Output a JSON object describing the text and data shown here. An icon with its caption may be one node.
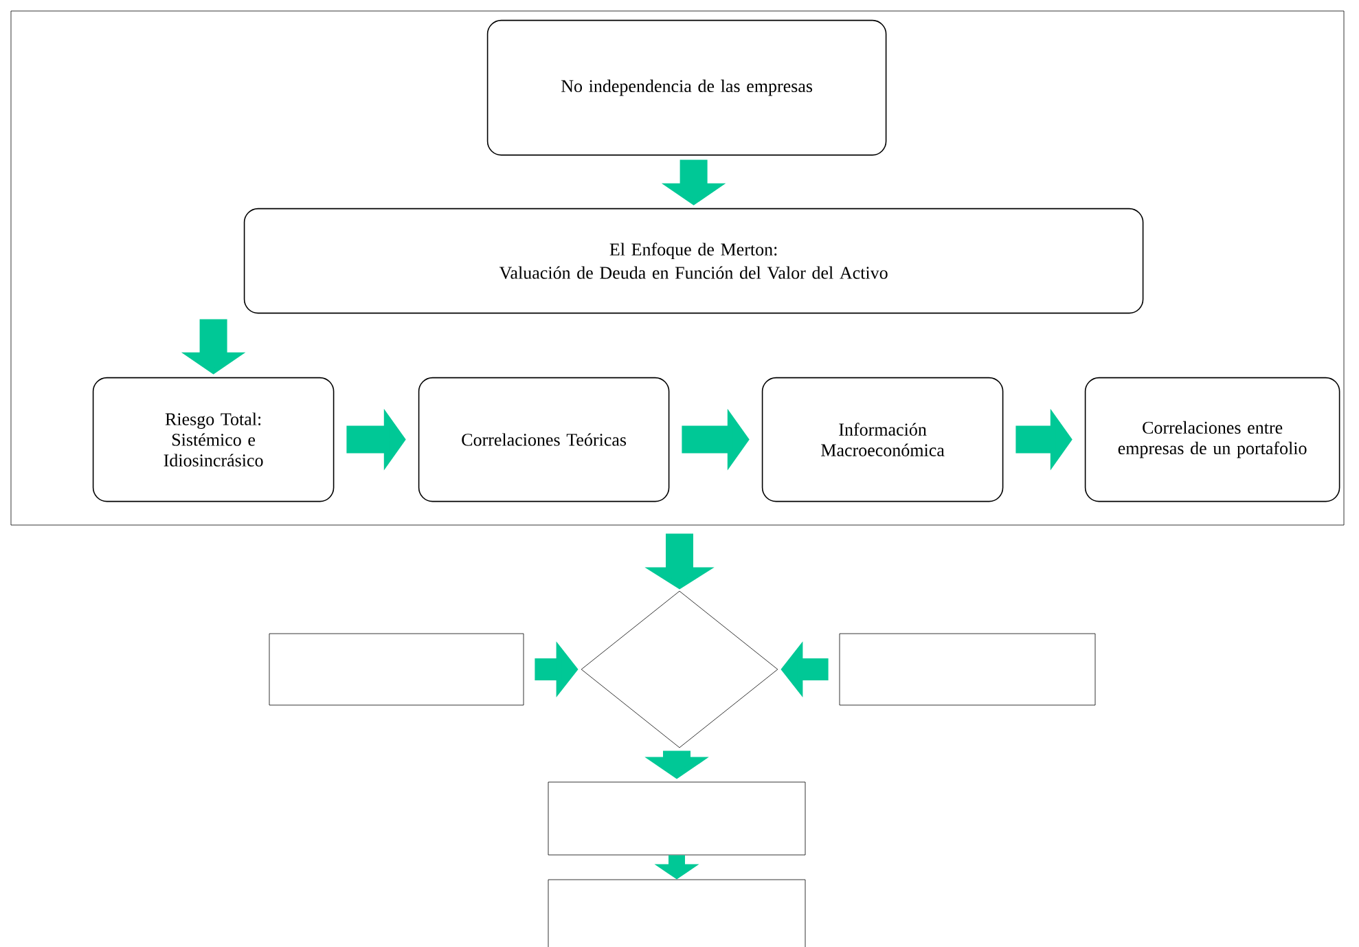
{
  "diagram": {
    "nodes": [
      {
        "text": [],
        "shape": "box"
      },
      {
        "text": [
          "No independencia de las empresas"
        ],
        "in": 0
      },
      {
        "text": [
          "El Enfoque de Merton:",
          "Valuación de Deuda en Función del Valor del Activo"
        ],
        "in": 0
      },
      {
        "text": [
          "Riesgo Total: Sistémico e Idiosincrásico"
        ],
        "in": 0
      },
      {
        "text": [
          "Correlaciones Teóricas"
        ],
        "in": 0
      },
      {
        "text": [
          "Información Macroeconómica"
        ],
        "in": 0
      },
      {
        "text": [
          "Correlaciones entre empresas de un portafolio"
        ],
        "in": 0
      },
      {
        "text": [],
        "shape": "box"
      },
      {
        "text": [],
        "shape": "diamond"
      },
      {
        "text": [],
        "shape": "box"
      },
      {
        "text": [],
        "shape": "box"
      },
      {
        "text": [],
        "shape": "box"
      }
    ],
    "edges": [
      {
        "from": 1,
        "to": 2,
        "arrow": "to"
      },
      {
        "from": 2,
        "to": 3,
        "arrow": "to"
      },
      {
        "from": 3,
        "to": 4,
        "arrow": "to"
      },
      {
        "from": 4,
        "to": 5,
        "arrow": "to"
      },
      {
        "from": 5,
        "to": 6,
        "arrow": "to"
      },
      {
        "from": 0,
        "to": 8,
        "arrow": "to"
      },
      {
        "from": 7,
        "to": 8,
        "arrow": "to"
      },
      {
        "from": 9,
        "to": 8,
        "arrow": "to"
      },
      {
        "from": 8,
        "to": 10,
        "arrow": "to"
      },
      {
        "from": 10,
        "to": 11,
        "arrow": "to"
      }
    ]
  }
}
